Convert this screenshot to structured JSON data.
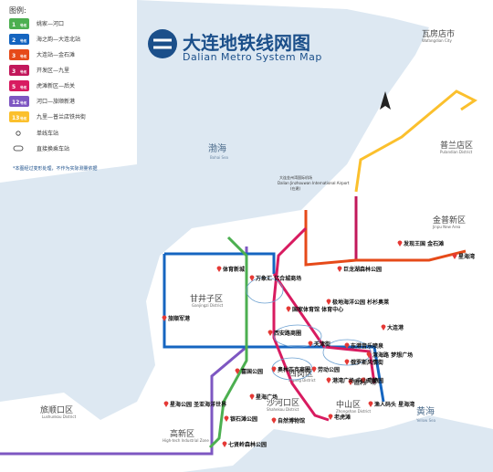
{
  "title": {
    "cn": "大连地铁线网图",
    "en": "Dalian Metro System Map"
  },
  "legend": {
    "heading": "图例:",
    "lines": [
      {
        "num": "1",
        "sub": "号线",
        "name": "姚家—河口",
        "color": "#4caf50"
      },
      {
        "num": "2",
        "sub": "号线",
        "name": "海之韵—大连北站",
        "color": "#1565c0"
      },
      {
        "num": "3",
        "sub": "号线",
        "name": "大连站—金石滩",
        "color": "#e64a19"
      },
      {
        "num": "3",
        "sub": "号线",
        "name": "开发区—九里",
        "color": "#c2185b"
      },
      {
        "num": "5",
        "sub": "号线",
        "name": "虎滩新区—后关",
        "color": "#d81b60"
      },
      {
        "num": "12",
        "sub": "号线",
        "name": "河口—旅顺新港",
        "color": "#7e57c2"
      },
      {
        "num": "13",
        "sub": "号线",
        "name": "九里—普兰店铁共街",
        "color": "#fbc02d"
      }
    ],
    "single_station": "单线车站",
    "transfer_station": "直接换乘车站"
  },
  "note": "*本图经过变形处理，不作为实际测量依据",
  "districts": [
    {
      "cn": "瓦房店市",
      "en": "Wafangdian City"
    },
    {
      "cn": "普兰店区",
      "en": "Pulandian District"
    },
    {
      "cn": "金普新区",
      "en": "Jinpu New Area"
    },
    {
      "cn": "甘井子区",
      "en": "Ganjingzi District"
    },
    {
      "cn": "中山区",
      "en": "Zhongshan District"
    },
    {
      "cn": "沙河口区",
      "en": "Shahekou District"
    },
    {
      "cn": "西岗区",
      "en": "Xigang District"
    },
    {
      "cn": "高新区",
      "en": "High-tech Industrial Zone"
    },
    {
      "cn": "旅顺口区",
      "en": "Lushunkou District"
    }
  ],
  "seas": [
    {
      "cn": "渤海",
      "en": "Bohai Sea"
    },
    {
      "cn": "黄海",
      "en": "Yellow Sea"
    }
  ],
  "airport": {
    "cn": "大连金州湾国际机场",
    "en": "Dalian Jinzhouwan International Airport",
    "note": "(在建)"
  },
  "pois": [
    "发现王国 金石滩",
    "星海湾",
    "万象汇 亿合城商场",
    "巨龙湖森林公园",
    "极地海洋公园 杉杉奥莱",
    "西安路商圈",
    "奥林匹克商圈",
    "劳动公园",
    "富国公园",
    "星海广场",
    "东港音乐喷泉",
    "老虎滩",
    "俄罗斯风情街",
    "滨海路 梦想广场",
    "胜利广场",
    "天津街",
    "动物园",
    "渔人码头 星海湾",
    "星海公园 圣亚海洋世界",
    "旅顺军港",
    "银石滩公园",
    "七贤岭森林公园",
    "港湾广场 中山广场",
    "自然博物馆",
    "体育新城",
    "国家体育馆 体育中心",
    "大连港"
  ]
}
